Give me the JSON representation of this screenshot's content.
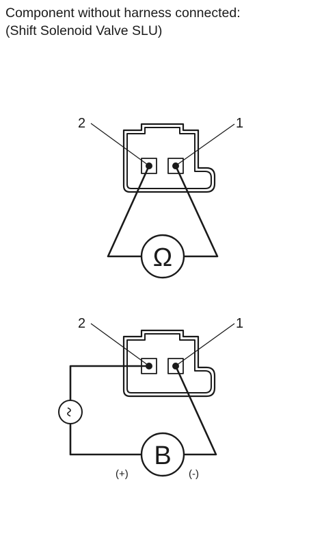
{
  "caption": {
    "line1": "Component without harness connected:",
    "line2": "(Shift Solenoid Valve SLU)"
  },
  "diagram_top": {
    "terminal_left_label": "2",
    "terminal_right_label": "1",
    "meter_symbol": "Ω"
  },
  "diagram_bottom": {
    "terminal_left_label": "2",
    "terminal_right_label": "1",
    "battery_symbol": "B",
    "battery_positive_label": "(+)",
    "battery_negative_label": "(-)",
    "bulb_icon": "bulb-icon"
  }
}
